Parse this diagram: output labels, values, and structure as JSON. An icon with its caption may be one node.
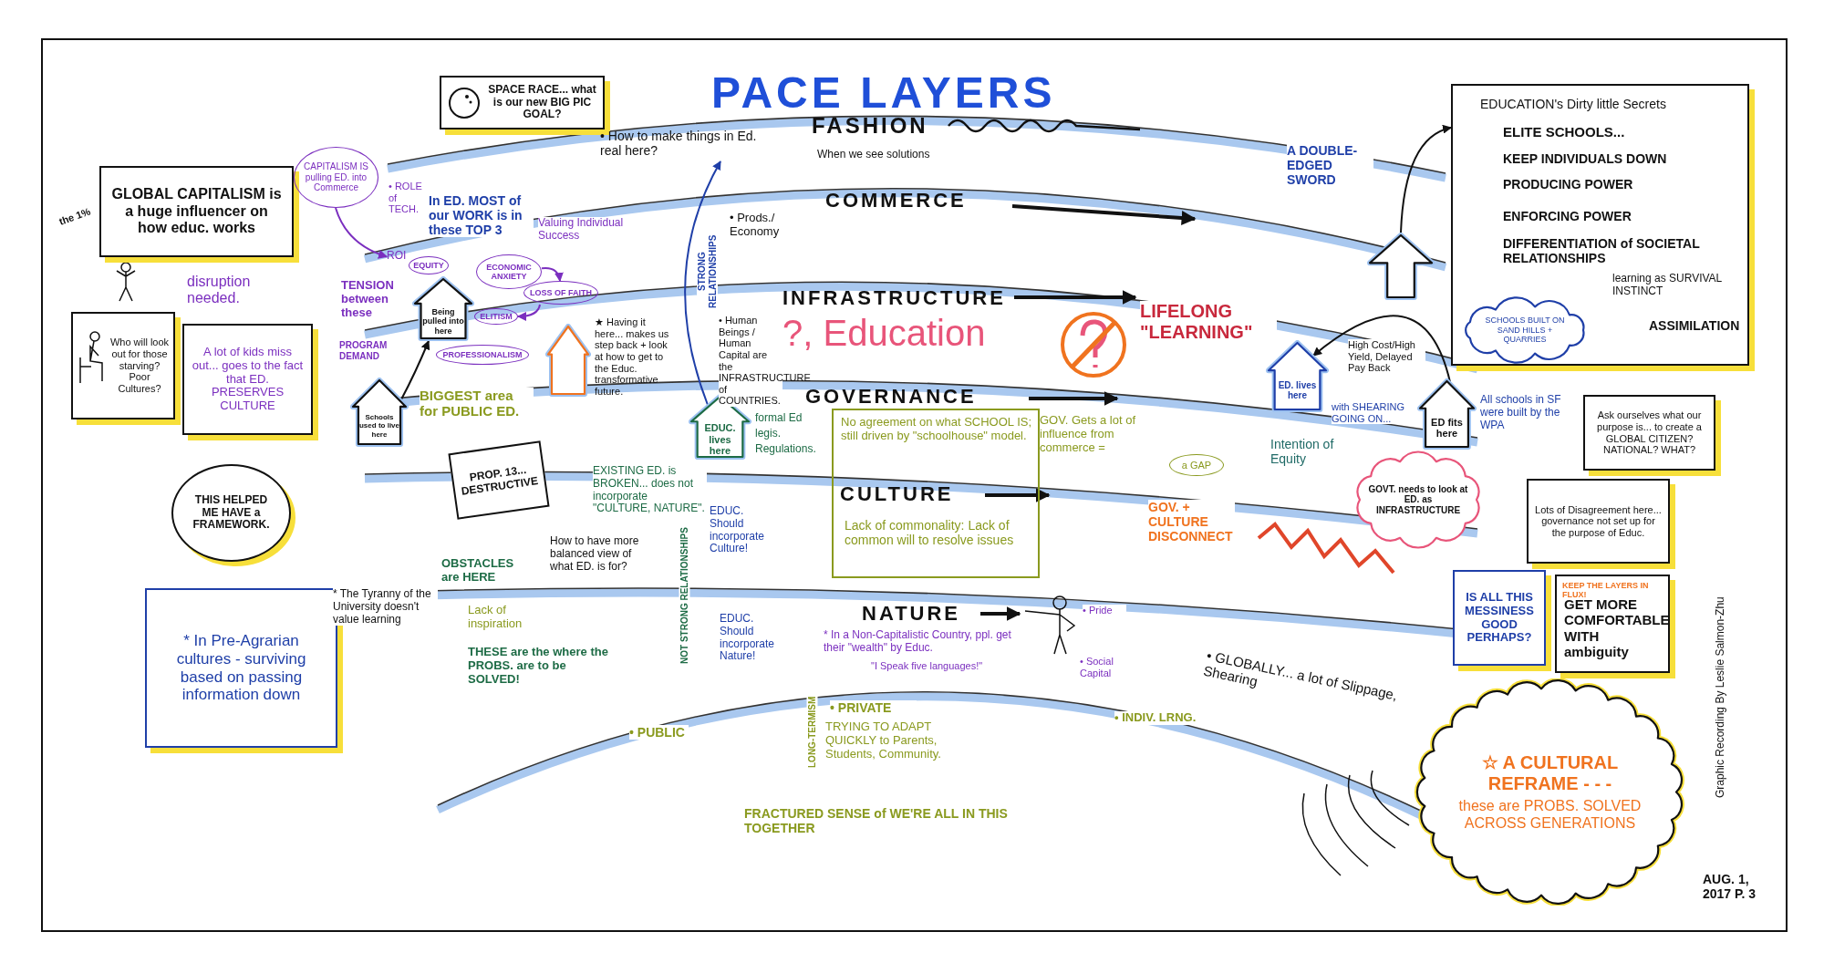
{
  "diagram": {
    "title": "PACE LAYERS",
    "nodes": [
      {
        "text": [
          "GLOBAL CAPITALISM is a huge influencer on how educ. works"
        ]
      },
      {
        "text": [
          "SPACE RACE... what is our new BIG PIC GOAL?"
        ]
      },
      {
        "text": [
          "Who will look out for those starving? Poor Cultures?"
        ]
      },
      {
        "text": [
          "A lot of kids miss out... goes to the fact that ED. PRESERVES CULTURE"
        ]
      },
      {
        "text": [
          "THIS HELPED ME HAVE a FRAMEWORK."
        ]
      },
      {
        "text": [
          "* In Pre-Agrarian cultures - surviving based on passing information down"
        ]
      },
      {
        "text": [
          "Being pulled into here"
        ]
      },
      {
        "text": [
          "Schools used to live here"
        ]
      },
      {
        "text": [],
        "shape": "house",
        "beside": [
          "★ Having it here... makes us step back + look at how to get to the Educ. transformative future."
        ]
      },
      {
        "text": [
          "EDUC. lives here"
        ]
      },
      {
        "text": [
          "ED. lives here"
        ]
      },
      {
        "text": [
          "ED fits here"
        ]
      },
      {
        "text": [],
        "shape": "arrow"
      },
      {
        "text": [
          "EDUCATION's Dirty little Secrets",
          "ELITE SCHOOLS...",
          "KEEP INDIVIDUALS DOWN",
          "PRODUCING POWER",
          "ENFORCING POWER",
          "DIFFERENTIATION of SOCIETAL RELATIONSHIPS",
          "learning as SURVIVAL INSTINCT",
          "ASSIMILATION"
        ]
      },
      {
        "text": [
          "SCHOOLS BUILT ON SAND HILLS + QUARRIES"
        ],
        "in": 13
      },
      {
        "text": [
          "Ask ourselves what our purpose is... to create a GLOBAL CITIZEN? NATIONAL? WHAT?"
        ]
      },
      {
        "text": [
          "Lots of Disagreement here... governance not set up for the purpose of Educ."
        ]
      },
      {
        "text": [
          "GOVT. needs to look at ED. as INFRASTRUCTURE"
        ]
      },
      {
        "text": [
          "IS ALL THIS MESSINESS GOOD PERHAPS?"
        ]
      },
      {
        "text": [
          "KEEP THE LAYERS IN FLUX!",
          "GET MORE COMFORTABLE WITH ambiguity"
        ]
      },
      {
        "text": [
          "☆ A CULTURAL REFRAME - - -",
          "these are PROBS. SOLVED ACROSS GENERATIONS"
        ]
      },
      {
        "text": [
          "No agreement on what SCHOOL IS; still driven by \"schoolhouse\" model.",
          "Lack of commonality: Lack of common will to resolve issues"
        ]
      },
      {
        "text": [
          "CAPITALISM IS pulling ED. into Commerce"
        ]
      },
      {
        "text": [
          "EQUITY"
        ]
      },
      {
        "text": [
          "ECONOMIC ANXIETY"
        ]
      },
      {
        "text": [
          "LOSS OF FAITH"
        ]
      },
      {
        "text": [
          "ELITISM"
        ]
      },
      {
        "text": [
          "PROFESSIONALISM"
        ]
      },
      {
        "text": [
          "a GAP"
        ]
      },
      {
        "text": [
          "PROP. 13... DESTRUCTIVE"
        ]
      },
      {
        "text": [
          "• How to make things in Ed. real here?"
        ]
      },
      {
        "text": [
          "ROI"
        ]
      }
    ],
    "edges": [
      {
        "from": 7,
        "to": 6,
        "arrow": "to"
      },
      {
        "from": 11,
        "to": 10,
        "arrow": "to"
      },
      {
        "from": 12,
        "to": 13,
        "arrow": "to"
      },
      {
        "from": 9,
        "to": 30,
        "arrow": "to",
        "color": "#1f3fa8"
      },
      {
        "from": 22,
        "to": 31,
        "arrow": "to",
        "color": "#7b2fbf"
      },
      {
        "from": 24,
        "to": 25,
        "arrow": "to",
        "color": "#7b2fbf"
      },
      {
        "from": 25,
        "to": 26,
        "arrow": "to",
        "color": "#7b2fbf"
      }
    ],
    "labels": [
      "FASHION",
      "When we see solutions",
      "A DOUBLE-EDGED SWORD",
      "• ROLE of TECH.",
      "In ED. MOST of our WORK is in these TOP 3",
      "COMMERCE",
      "the 1%",
      "Valuing Individual Success",
      "• Prods./ Economy",
      "STRONG RELATIONSHIPS",
      "disruption needed.",
      "TENSION between these",
      "INFRASTRUCTURE",
      "?, Education",
      "LIFELONG \"LEARNING\"",
      "• Human Beings / Human Capital are the INFRASTRUCTURE of COUNTRIES.",
      "PROGRAM DEMAND",
      "High Cost/High Yield, Delayed Pay Back",
      "BIGGEST area for PUBLIC ED.",
      "GOVERNANCE",
      "All schools in SF were built by the WPA",
      "formal Ed",
      "with SHEARING GOING ON...",
      "legis.",
      "GOV. Gets a lot of influence from commerce =",
      "Intention of Equity",
      "Regulations.",
      "EXISTING ED. is BROKEN... does not incorporate \"CULTURE, NATURE\".",
      "CULTURE",
      "EDUC. Should incorporate Culture!",
      "GOV. + CULTURE DISCONNECT",
      "How to have more balanced view of what ED. is for?",
      "NOT STRONG RELATIONSHIPS",
      "OBSTACLES are HERE",
      "* The Tyranny of the University doesn't value learning",
      "Graphic Recording By Leslie Salmon-Zhu",
      "Lack of inspiration",
      "EDUC. Should incorporate Nature!",
      "NATURE",
      "• Pride",
      "* In a Non-Capitalistic Country, ppl. get their \"wealth\" by Educ.",
      "THESE are the where the PROBS. are to be SOLVED!",
      "• Social Capital",
      "LONG-TERMISM",
      "\"I Speak five languages!\"",
      "• GLOBALLY... a lot of Slippage, Shearing",
      "• PRIVATE",
      "• INDIV. LRNG.",
      "• PUBLIC",
      "TRYING TO ADAPT QUICKLY to Parents, Students, Community.",
      "FRACTURED SENSE of WE'RE ALL IN THIS TOGETHER",
      "AUG. 1, 2017 P. 3"
    ]
  }
}
